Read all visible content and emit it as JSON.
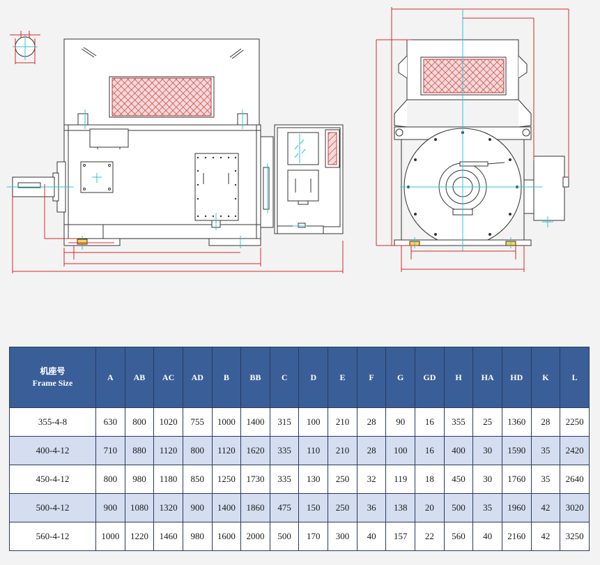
{
  "table": {
    "frame_header": [
      "机座号",
      "Frame Size"
    ],
    "columns": [
      "A",
      "AB",
      "AC",
      "AD",
      "B",
      "BB",
      "C",
      "D",
      "E",
      "F",
      "G",
      "GD",
      "H",
      "HA",
      "HD",
      "K",
      "L"
    ],
    "rows": [
      [
        "355-4-8",
        "630",
        "800",
        "1020",
        "755",
        "1000",
        "1400",
        "315",
        "100",
        "210",
        "28",
        "90",
        "16",
        "355",
        "25",
        "1360",
        "28",
        "2250"
      ],
      [
        "400-4-12",
        "710",
        "880",
        "1120",
        "800",
        "1120",
        "1620",
        "335",
        "110",
        "210",
        "28",
        "100",
        "16",
        "400",
        "30",
        "1590",
        "35",
        "2420"
      ],
      [
        "450-4-12",
        "800",
        "980",
        "1180",
        "850",
        "1250",
        "1730",
        "335",
        "130",
        "250",
        "32",
        "119",
        "18",
        "450",
        "30",
        "1760",
        "35",
        "2640"
      ],
      [
        "500-4-12",
        "900",
        "1080",
        "1320",
        "900",
        "1400",
        "1860",
        "475",
        "150",
        "250",
        "36",
        "138",
        "20",
        "500",
        "35",
        "1960",
        "42",
        "3020"
      ],
      [
        "560-4-12",
        "1000",
        "1220",
        "1460",
        "980",
        "1600",
        "2000",
        "500",
        "170",
        "300",
        "40",
        "157",
        "22",
        "560",
        "40",
        "2160",
        "42",
        "3250"
      ]
    ]
  },
  "colors": {
    "header_bg": "#3a5e98",
    "row_alt_bg": "#d4def0",
    "dimension_line": "#d62a2a",
    "center_line": "#2ec4d6",
    "outline": "#333333"
  },
  "icons": {
    "side_view": "motor-side-view-drawing",
    "end_view": "motor-end-view-drawing",
    "shaft_section": "shaft-key-section-drawing"
  }
}
